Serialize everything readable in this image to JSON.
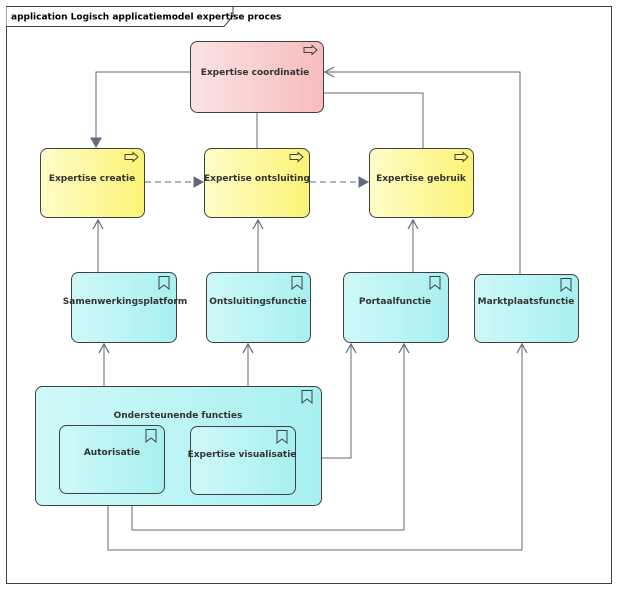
{
  "frame": {
    "title": "application Logisch applicatiemodel expertise proces"
  },
  "nodes": {
    "coordinatie": {
      "label": "Expertise coordinatie"
    },
    "creatie": {
      "label": "Expertise creatie"
    },
    "ontsluiting": {
      "label": "Expertise ontsluiting"
    },
    "gebruik": {
      "label": "Expertise gebruik"
    },
    "samenwerking": {
      "label": "Samenwerkingsplatform"
    },
    "ontsluitingsfunctie": {
      "label": "Ontsluitingsfunctie"
    },
    "portaal": {
      "label": "Portaalfunctie"
    },
    "marktplaats": {
      "label": "Marktplaatsfunctie"
    },
    "ondersteunend": {
      "label": "Ondersteunende functies"
    },
    "autorisatie": {
      "label": "Autorisatie"
    },
    "visualisatie": {
      "label": "Expertise visualisatie"
    }
  },
  "colors": {
    "process_red": "#f9d2d2",
    "process_yellow": "#fdf9a0",
    "function_cyan": "#c2f5f5",
    "line": "#5f6b7a",
    "border": "#404040"
  },
  "icons": {
    "process": "process-arrow-icon",
    "function": "function-bookmark-icon"
  }
}
